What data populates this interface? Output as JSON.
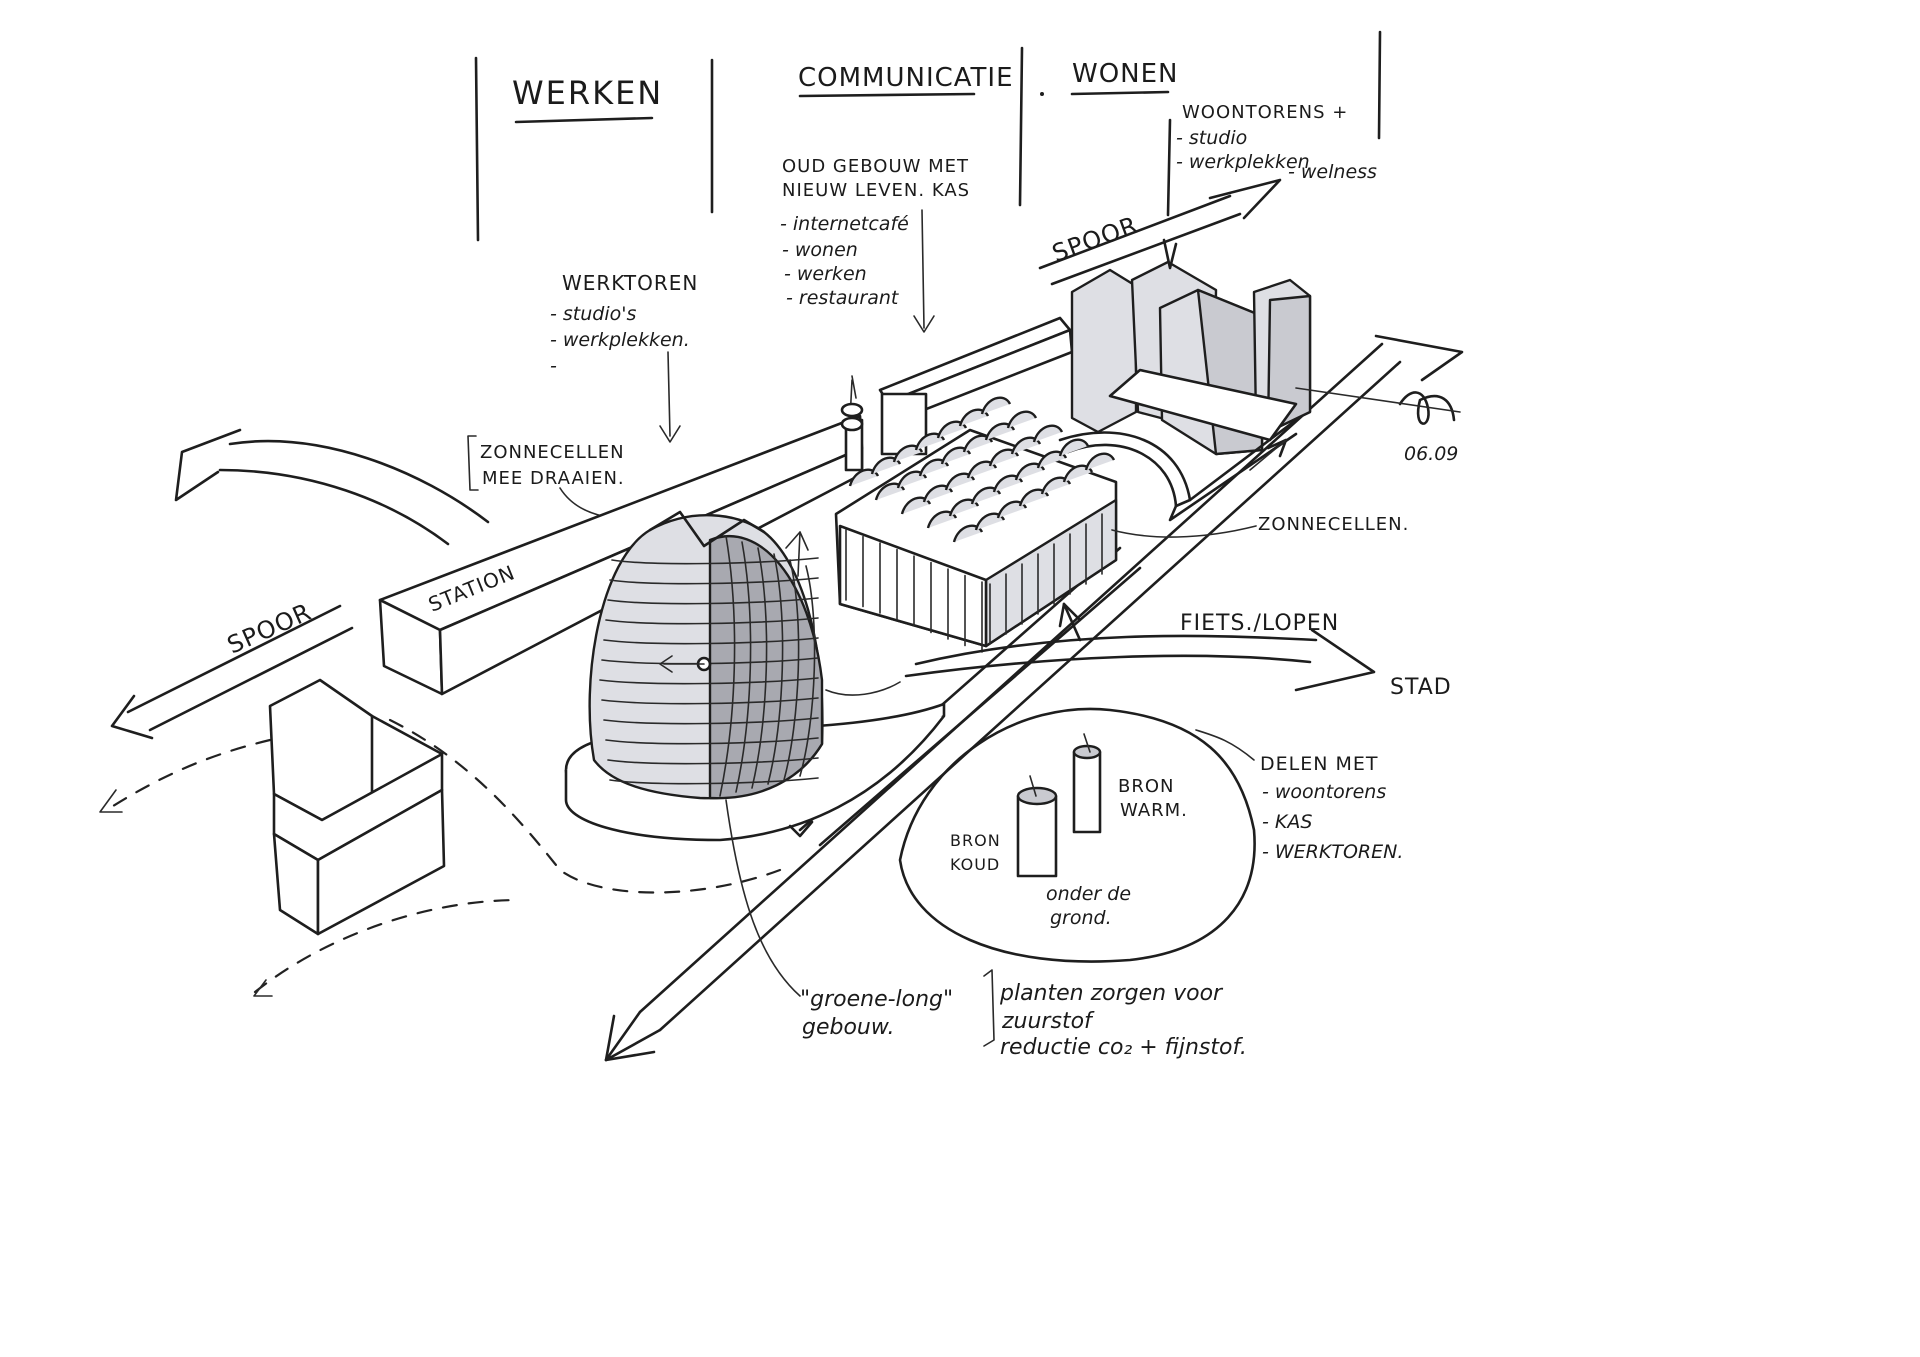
{
  "headers": {
    "werken": "WERKEN",
    "communicatie": "COMMUNICATIE",
    "wonen": "WONEN"
  },
  "communicatie_note": {
    "line1": "OUD GEBOUW MET",
    "line2": "NIEUW LEVEN. KAS",
    "items": [
      "- internetcafé",
      "- wonen",
      "- werken",
      "- restaurant"
    ]
  },
  "wonen_note": {
    "line1": "WOONTORENS +",
    "items": [
      "- studio",
      "- werkplekken",
      "- welness"
    ]
  },
  "werktoren_note": {
    "title": "WERKTOREN",
    "items": [
      "- studio's",
      "- werkplekken.",
      "-"
    ]
  },
  "zonnecellen_draaien": {
    "line1": "ZONNECELLEN",
    "line2": "MEE DRAAIEN."
  },
  "labels": {
    "spoor_top": "SPOOR",
    "spoor_left": "SPOOR",
    "station": "STATION",
    "zonnecellen": "ZONNECELLEN.",
    "fiets_lopen": "FIETS./LOPEN",
    "stad": "STAD",
    "bron_warm_1": "BRON",
    "bron_warm_2": "WARM.",
    "bron_koud_1": "BRON",
    "bron_koud_2": "KOUD",
    "onder_de_1": "onder de",
    "onder_de_2": "grond.",
    "date": "06.09"
  },
  "delen_note": {
    "title": "DELEN MET",
    "items": [
      "- woontorens",
      "- KAS",
      "- WERKTOREN."
    ]
  },
  "groene_long": {
    "line1": "\"groene-long\"",
    "line2": "gebouw."
  },
  "planten_note": {
    "line1": "planten zorgen voor",
    "line2": "zuurstof",
    "line3": "reductie  co₂ + fijnstof."
  }
}
